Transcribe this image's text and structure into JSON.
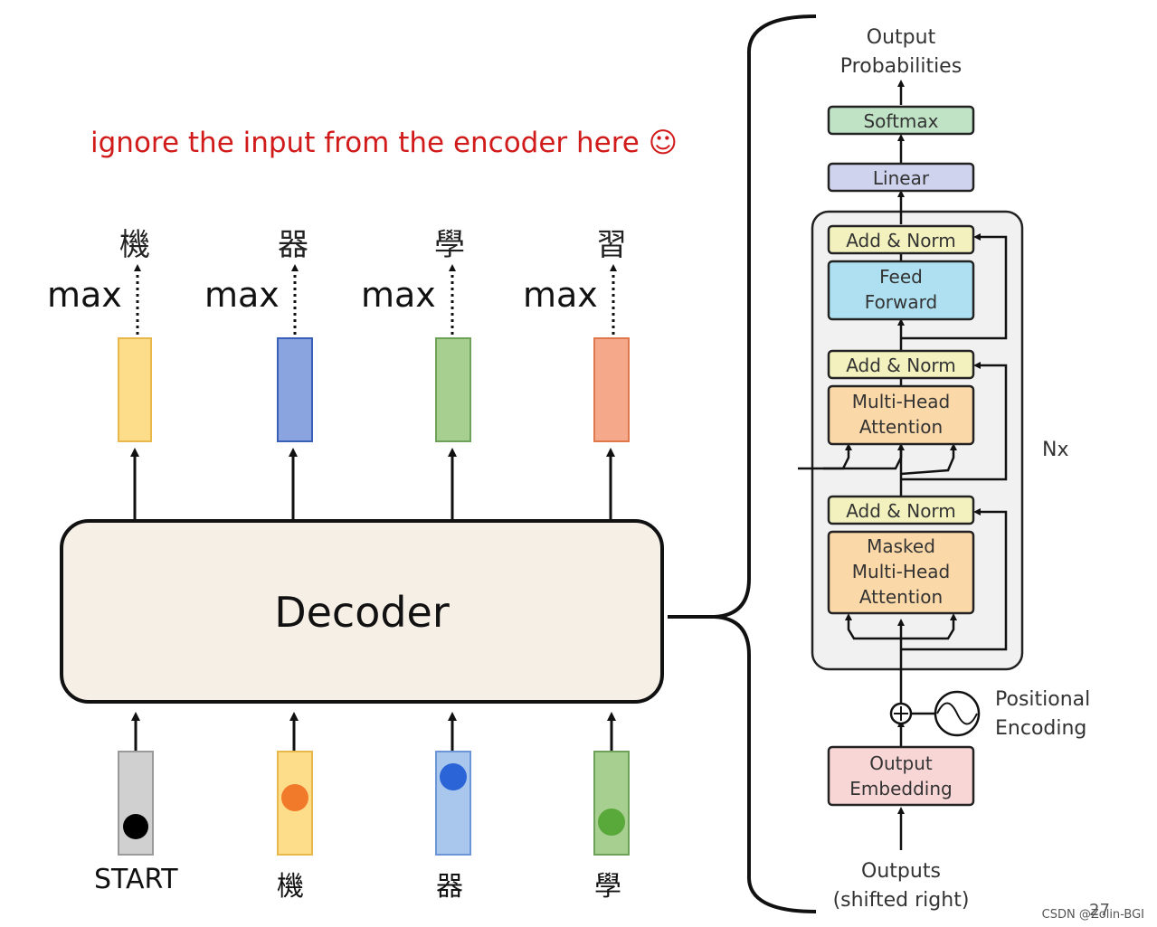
{
  "note": "ignore the input from the encoder here ☺",
  "outputs": [
    {
      "char": "機",
      "max": "max",
      "color": "#fddc8a"
    },
    {
      "char": "器",
      "max": "max",
      "color": "#8aa4e0"
    },
    {
      "char": "學",
      "max": "max",
      "color": "#a6cf90"
    },
    {
      "char": "習",
      "max": "max",
      "color": "#f5a98a"
    }
  ],
  "decoder_label": "Decoder",
  "inputs": [
    {
      "label": "START",
      "bar_color": "#d0d0d0",
      "dot_color": "#000000"
    },
    {
      "label": "機",
      "bar_color": "#fddc8a",
      "dot_color": "#f07a2a"
    },
    {
      "label": "器",
      "bar_color": "#a9c6ec",
      "dot_color": "#2a64d6"
    },
    {
      "label": "學",
      "bar_color": "#a6cf90",
      "dot_color": "#58a83a"
    }
  ],
  "transformer": {
    "output_probabilities": [
      "Output",
      "Probabilities"
    ],
    "softmax": "Softmax",
    "linear": "Linear",
    "add_norm": "Add & Norm",
    "feed_forward": [
      "Feed",
      "Forward"
    ],
    "multi_head_attention": [
      "Multi-Head",
      "Attention"
    ],
    "masked_attention": [
      "Masked",
      "Multi-Head",
      "Attention"
    ],
    "nx": "Nx",
    "positional_encoding": [
      "Positional",
      "Encoding"
    ],
    "output_embedding": [
      "Output",
      "Embedding"
    ],
    "outputs": [
      "Outputs",
      "(shifted right)"
    ]
  },
  "watermark": "CSDN @Zolin-BGI",
  "page_number": "27"
}
